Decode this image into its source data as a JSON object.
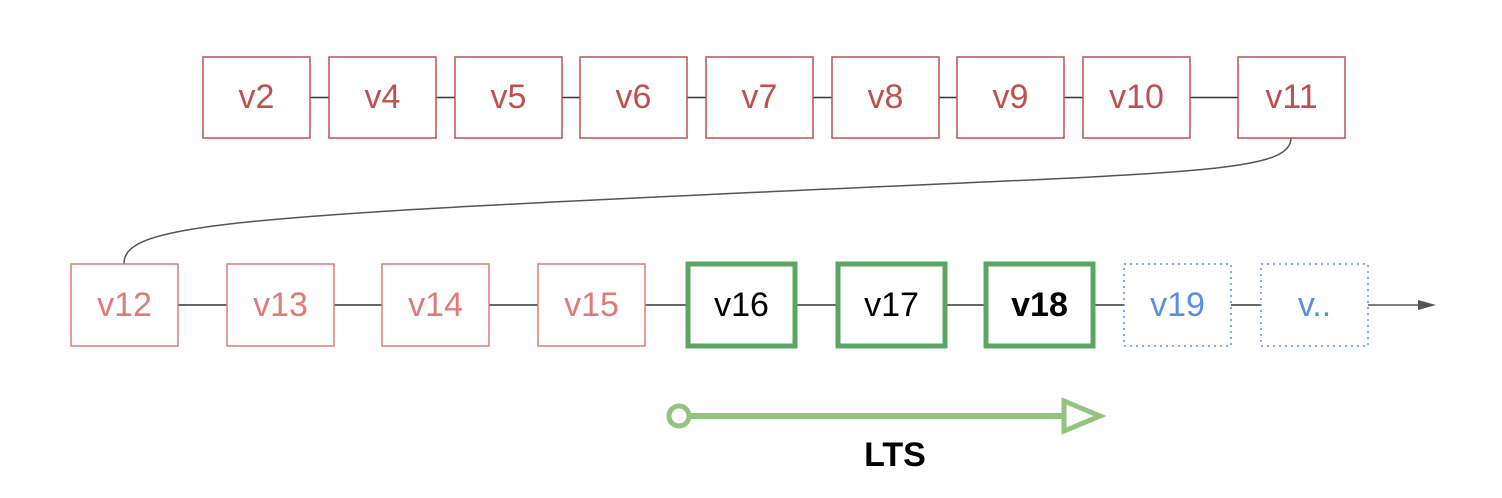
{
  "colors": {
    "eol_old": "#c0504d",
    "eol_new": "#de7b75",
    "lts_border": "#5aa564",
    "lts_text": "#000000",
    "future": "#5b8fe0",
    "connector": "#555555",
    "lts_arrow": "#93c47d"
  },
  "rows": [
    {
      "versions": [
        {
          "label": "v2",
          "status": "eol_old"
        },
        {
          "label": "v4",
          "status": "eol_old"
        },
        {
          "label": "v5",
          "status": "eol_old"
        },
        {
          "label": "v6",
          "status": "eol_old"
        },
        {
          "label": "v7",
          "status": "eol_old"
        },
        {
          "label": "v8",
          "status": "eol_old"
        },
        {
          "label": "v9",
          "status": "eol_old"
        },
        {
          "label": "v10",
          "status": "eol_old"
        },
        {
          "label": "v11",
          "status": "eol_old"
        }
      ]
    },
    {
      "versions": [
        {
          "label": "v12",
          "status": "eol_new"
        },
        {
          "label": "v13",
          "status": "eol_new"
        },
        {
          "label": "v14",
          "status": "eol_new"
        },
        {
          "label": "v15",
          "status": "eol_new"
        },
        {
          "label": "v16",
          "status": "lts"
        },
        {
          "label": "v17",
          "status": "lts"
        },
        {
          "label": "v18",
          "status": "lts_current"
        },
        {
          "label": "v19",
          "status": "future"
        },
        {
          "label": "v..",
          "status": "future"
        }
      ]
    }
  ],
  "lts_label": "LTS"
}
